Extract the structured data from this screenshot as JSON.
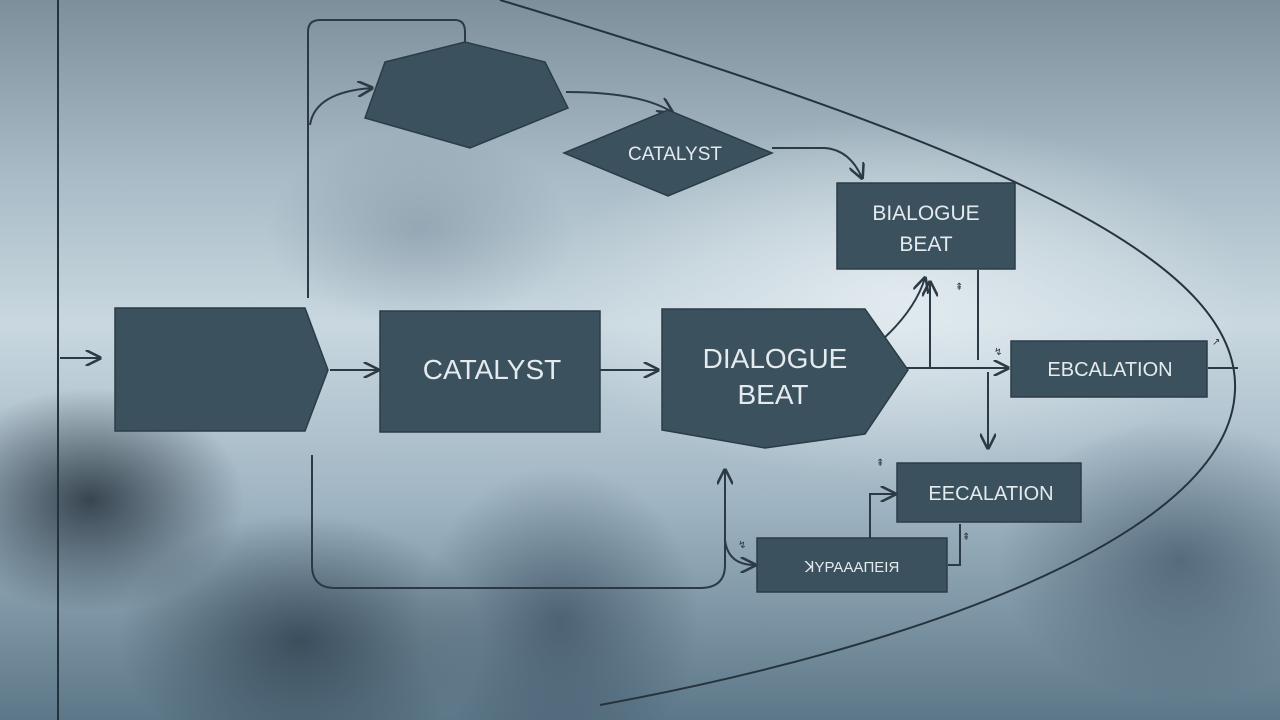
{
  "nodes": {
    "hexagon_top": {
      "label": ""
    },
    "catalyst_diamond": {
      "label": "CATALYST"
    },
    "dialogue_beat_top": {
      "line1": "BIALOGUE",
      "line2": "BEAT"
    },
    "start_block": {
      "label": ""
    },
    "catalyst_main": {
      "label": "CATALYST"
    },
    "dialogue_beat_main": {
      "line1": "DIALOGUE",
      "line2": "BEAT"
    },
    "escalation_right": {
      "label": "EBCALATION"
    },
    "escalation_lower": {
      "label": "EECALATION"
    },
    "resolution_box": {
      "label": "ꓘΥΡΑΑΑΠΕΙЯ"
    }
  },
  "colors": {
    "node_fill": "#3b515e",
    "node_stroke": "#2a3c47",
    "node_text": "#e4eaee",
    "line": "#2b3a44"
  }
}
